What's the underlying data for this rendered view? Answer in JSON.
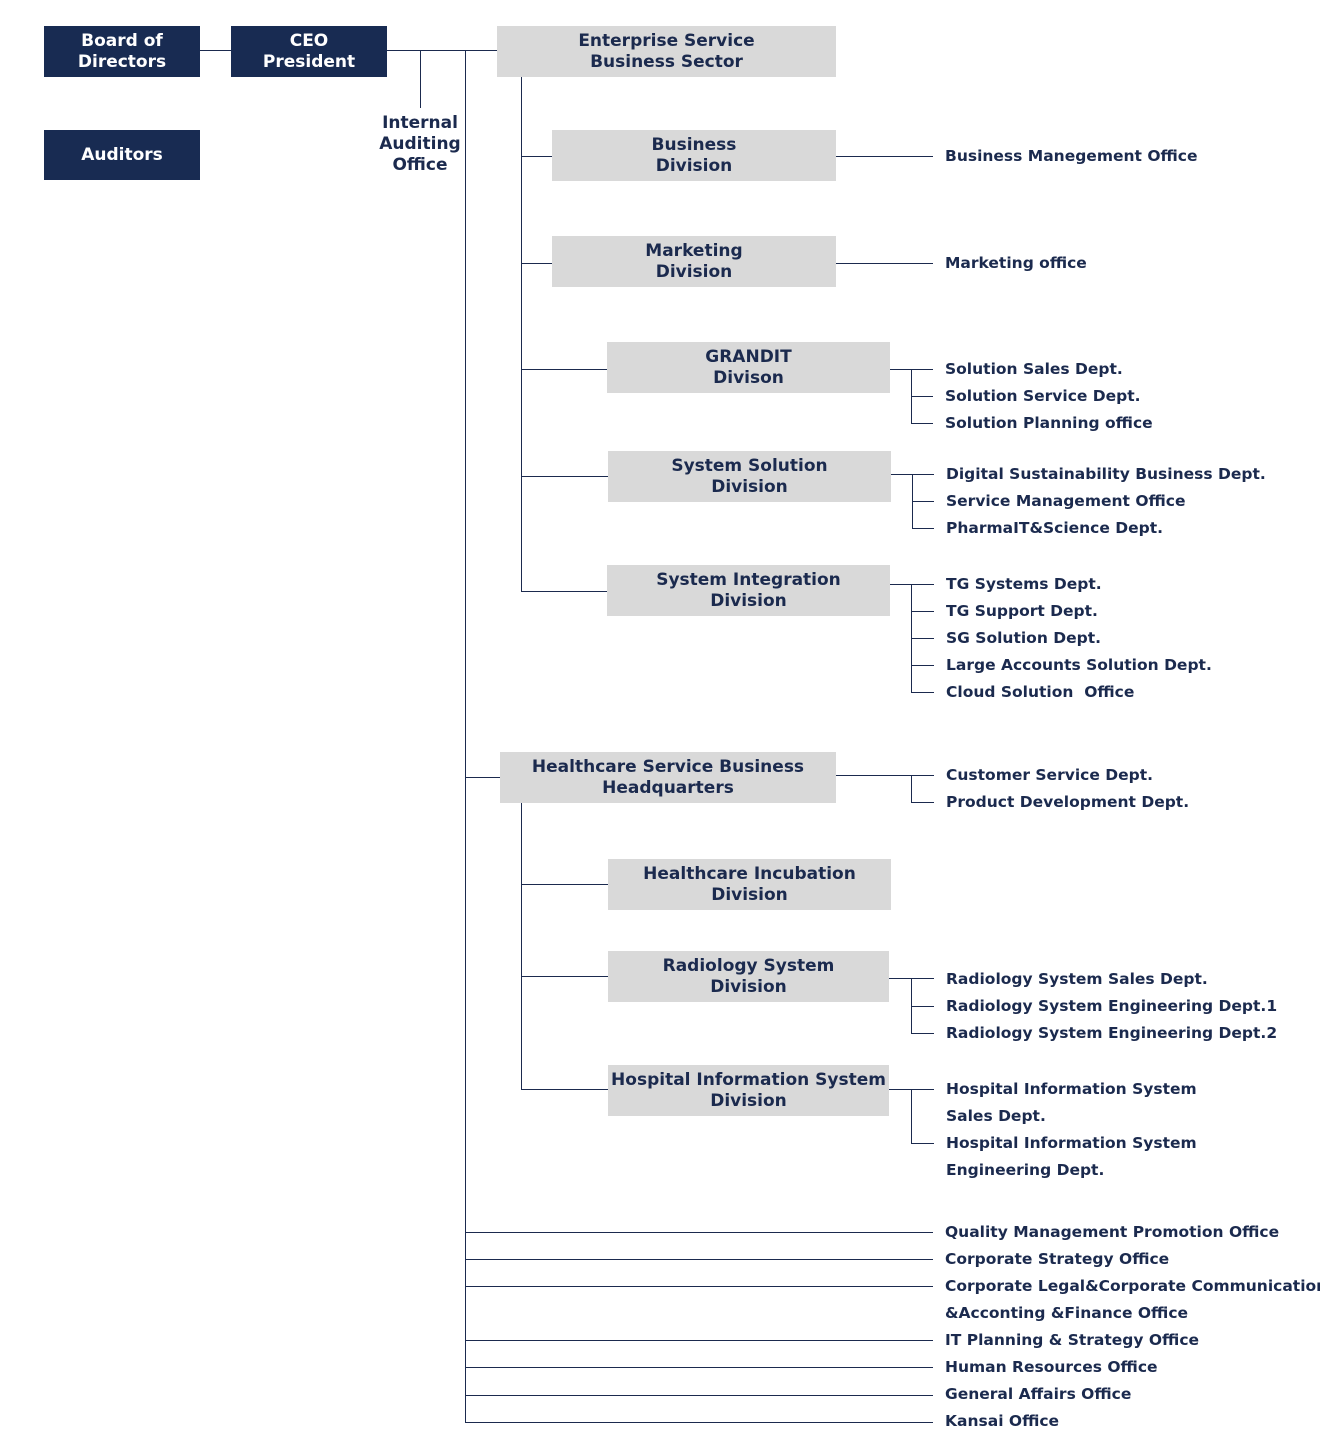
{
  "top": {
    "board": "Board of\nDirectors",
    "ceo": "CEO\nPresident",
    "auditors": "Auditors",
    "internal_audit": "Internal\nAuditing\nOffice"
  },
  "enterprise": {
    "sector": "Enterprise Service\nBusiness Sector",
    "business_division": "Business\nDivision",
    "business_units": [
      "Business Manegement Office"
    ],
    "marketing_division": "Marketing\nDivision",
    "marketing_units": [
      "Marketing office"
    ],
    "grandit_division": "GRANDIT\nDivison",
    "grandit_units": [
      "Solution Sales Dept.",
      "Solution Service Dept.",
      "Solution Planning office"
    ],
    "system_solution_division": "System Solution\nDivision",
    "system_solution_units": [
      "Digital Sustainability Business Dept.",
      "Service Management Office",
      "PharmaIT&Science Dept."
    ],
    "system_integration_division": "System Integration\nDivision",
    "system_integration_units": [
      "TG Systems Dept.",
      "TG Support Dept.",
      "SG Solution Dept.",
      "Large Accounts Solution Dept.",
      "Cloud Solution  Office"
    ]
  },
  "healthcare": {
    "hq": "Healthcare Service Business\nHeadquarters",
    "hq_units": [
      "Customer Service Dept.",
      "Product Development Dept."
    ],
    "incubation_division": "Healthcare Incubation\nDivision",
    "radiology_division": "Radiology System\nDivision",
    "radiology_units": [
      "Radiology System Sales Dept.",
      "Radiology System Engineering Dept.1",
      "Radiology System Engineering Dept.2"
    ],
    "his_division": "Hospital Information System\nDivision",
    "his_units": [
      "Hospital Information System",
      "Sales Dept.",
      "Hospital Information System",
      "Engineering Dept."
    ]
  },
  "corporate_offices": [
    "Quality Management Promotion Office",
    "Corporate Strategy Office",
    "Corporate Legal&Corporate Communications",
    "&Acconting &Finance Office",
    "IT Planning & Strategy Office",
    "Human Resources Office",
    "General Affairs Office",
    "Kansai Office"
  ],
  "colors": {
    "navy_box": "#182b52",
    "grey_box": "#d9d9d9",
    "line": "#1b2a4e"
  }
}
